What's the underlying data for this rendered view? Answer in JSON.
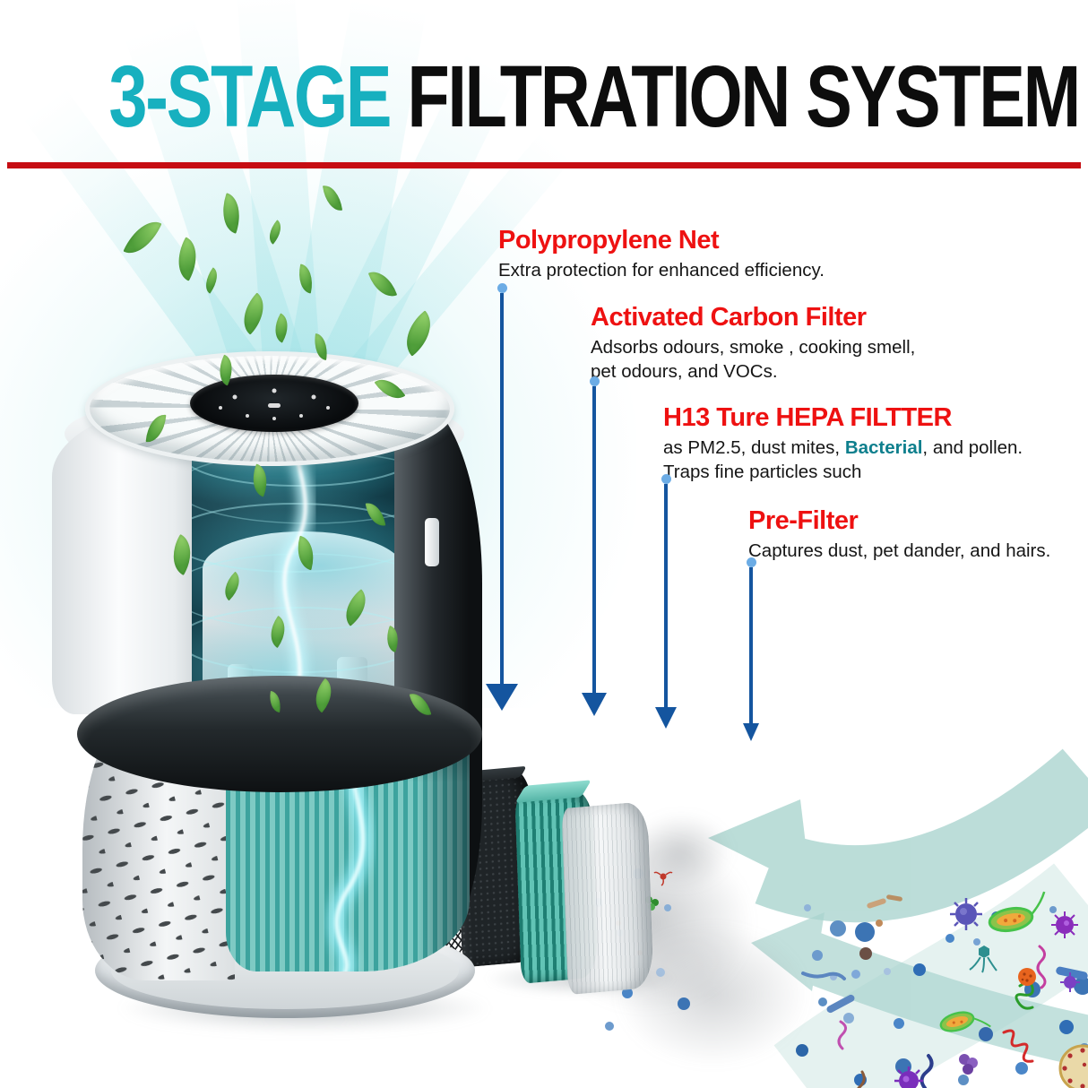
{
  "title": {
    "accent": "3-STAGE",
    "rest": " FILTRATION SYSTEM"
  },
  "annotations": {
    "items": [
      {
        "heading": "Polypropylene Net",
        "body": "Extra protection for enhanced efficiency."
      },
      {
        "heading": "Activated Carbon Filter",
        "body_line1": "Adsorbs odours, smoke , cooking smell,",
        "body_line2": "pet odours, and VOCs."
      },
      {
        "heading": "H13 Ture HEPA FILTTER",
        "body_pre": "as PM2.5, dust mites, ",
        "body_highlight": "Bacterial",
        "body_post": ", and pollen.",
        "body_line2": "Traps fine particles such"
      },
      {
        "heading": "Pre-Filter",
        "body": "Captures dust, pet dander, and hairs."
      }
    ]
  },
  "colors": {
    "title_accent_cyan": "#17b0bf",
    "title_black": "#0d0d0d",
    "divider_red": "#c60d13",
    "heading_red": "#ee1111",
    "highlight_teal": "#0e7f8d",
    "arrow_line_blue": "#14559f",
    "arrow_dot_blue": "#6cace5",
    "hepa_teal": "#4fb3ab",
    "leaf_green": "#6dbf45",
    "swoosh_teal": "#a9d4ce"
  },
  "scene": {
    "leaves": [
      [
        246,
        218,
        24,
        40,
        18
      ],
      [
        362,
        206,
        18,
        30,
        -8
      ],
      [
        300,
        247,
        14,
        24,
        40
      ],
      [
        136,
        252,
        46,
        26,
        115
      ],
      [
        196,
        268,
        26,
        42,
        28
      ],
      [
        229,
        300,
        14,
        26,
        35
      ],
      [
        270,
        330,
        26,
        40,
        42
      ],
      [
        332,
        296,
        18,
        30,
        12
      ],
      [
        416,
        300,
        22,
        34,
        -20
      ],
      [
        452,
        350,
        30,
        44,
        50
      ],
      [
        305,
        352,
        18,
        28,
        30
      ],
      [
        350,
        373,
        16,
        28,
        8
      ],
      [
        243,
        398,
        18,
        30,
        25
      ],
      [
        425,
        418,
        20,
        32,
        -35
      ],
      [
        158,
        468,
        32,
        20,
        95
      ],
      [
        280,
        520,
        20,
        32,
        20
      ],
      [
        190,
        600,
        26,
        38,
        30
      ],
      [
        250,
        640,
        18,
        28,
        45
      ],
      [
        330,
        600,
        22,
        34,
        15
      ],
      [
        410,
        560,
        18,
        28,
        -10
      ],
      [
        300,
        690,
        20,
        30,
        35
      ],
      [
        385,
        660,
        24,
        36,
        50
      ],
      [
        430,
        700,
        16,
        26,
        20
      ],
      [
        350,
        760,
        22,
        32,
        40
      ],
      [
        460,
        772,
        18,
        28,
        -15
      ],
      [
        300,
        772,
        14,
        22,
        10
      ]
    ],
    "dots": [
      [
        901,
        1013,
        4,
        "#8fb3d9"
      ],
      [
        935,
        1036,
        9,
        "#5d8fc4"
      ],
      [
        965,
        1040,
        11,
        "#3c74b4"
      ],
      [
        1112,
        1023,
        6,
        "#2f6db5"
      ],
      [
        1060,
        1047,
        5,
        "#4a86c8"
      ],
      [
        1090,
        1051,
        4,
        "#77a3d4"
      ],
      [
        912,
        1066,
        6,
        "#6d9bcd"
      ],
      [
        1026,
        1082,
        7,
        "#2f6db5"
      ],
      [
        955,
        1087,
        5,
        "#7fa8d9"
      ],
      [
        990,
        1084,
        4,
        "#a7c2e0"
      ],
      [
        1152,
        1104,
        9,
        "#3c74b4"
      ],
      [
        1190,
        1146,
        8,
        "#2f6db5"
      ],
      [
        918,
        1118,
        5,
        "#5d8fc4"
      ],
      [
        947,
        1136,
        6,
        "#88aed6"
      ],
      [
        1003,
        1142,
        6,
        "#4a86c8"
      ],
      [
        1100,
        1154,
        8,
        "#3568ac"
      ],
      [
        895,
        1172,
        7,
        "#2c66a8"
      ],
      [
        1008,
        1190,
        9,
        "#3c74b4"
      ],
      [
        1140,
        1192,
        7,
        "#4a86c8"
      ],
      [
        1075,
        1205,
        6,
        "#5d8fc4"
      ],
      [
        960,
        1205,
        7,
        "#2f6db5"
      ],
      [
        930,
        1090,
        4,
        "#9bb9dd"
      ],
      [
        1175,
        1015,
        4,
        "#6d9bcd"
      ],
      [
        1208,
        1100,
        10,
        "#3c74b4"
      ],
      [
        1210,
        1170,
        6,
        "#5d8fc4"
      ],
      [
        668,
        1007,
        5,
        "#7fa8d9"
      ],
      [
        692,
        1041,
        4,
        "#9bb9dd"
      ],
      [
        712,
        975,
        6,
        "#5d8fc4"
      ],
      [
        745,
        1013,
        4,
        "#88aed6"
      ],
      [
        700,
        1108,
        6,
        "#4a86c8"
      ],
      [
        737,
        1085,
        5,
        "#a7c2e0"
      ],
      [
        763,
        1120,
        7,
        "#3c74b4"
      ],
      [
        680,
        1145,
        5,
        "#6d9bcd"
      ],
      [
        640,
        1076,
        6,
        "#88aed6"
      ],
      [
        655,
        955,
        4,
        "#a7c2e0"
      ],
      [
        600,
        948,
        4,
        "#8fb3d9"
      ],
      [
        590,
        1005,
        5,
        "#7fa8d9"
      ],
      [
        610,
        1062,
        4,
        "#9bb9dd"
      ],
      [
        585,
        1068,
        4,
        "#7a5fb0"
      ],
      [
        602,
        1090,
        3,
        "#8a6fc0"
      ],
      [
        690,
        1030,
        3,
        "#d8935a"
      ],
      [
        714,
        1063,
        3,
        "#c77d4e"
      ],
      [
        966,
        1064,
        7,
        "#6b4f45"
      ],
      [
        981,
        1030,
        4,
        "#c08a5a"
      ]
    ],
    "rods": [
      [
        1196,
        1086,
        36,
        9,
        12,
        "#4a7ec2"
      ],
      [
        938,
        1120,
        34,
        8,
        -28,
        "#5b86c0"
      ],
      [
        978,
        1008,
        22,
        6,
        -18,
        "#caa27a"
      ],
      [
        998,
        1002,
        18,
        5,
        10,
        "#b98f63"
      ]
    ],
    "squiggles": [
      [
        "M1160,1056 q10,8 2,16 q-8,8 0,16 q8,8 0,14",
        "#c43fa0",
        3
      ],
      [
        "M1120,1152 q14,-6 10,6 q-4,12 8,8 q12,-4 6,8 q-6,12 8,10",
        "#d42a2a",
        3
      ],
      [
        "M1138,1100 q12,-8 14,2 q2,10 -10,8 q-12,-2 -6,8 q6,10 16,6",
        "#2a9c2a",
        3
      ],
      [
        "M1036,1178 q8,10 -2,18 q-10,8 -2,18",
        "#2c3e8c",
        4
      ],
      [
        "M938,1140 q10,6 2,14 q-8,8 0,16",
        "#c050b0",
        3
      ],
      [
        "M896,1086 q14,6 26,2 q12,-4 20,4",
        "#5b86c0",
        4
      ],
      [
        "M962,1196 q6,10 -4,18",
        "#8a5a3a",
        3
      ]
    ]
  }
}
